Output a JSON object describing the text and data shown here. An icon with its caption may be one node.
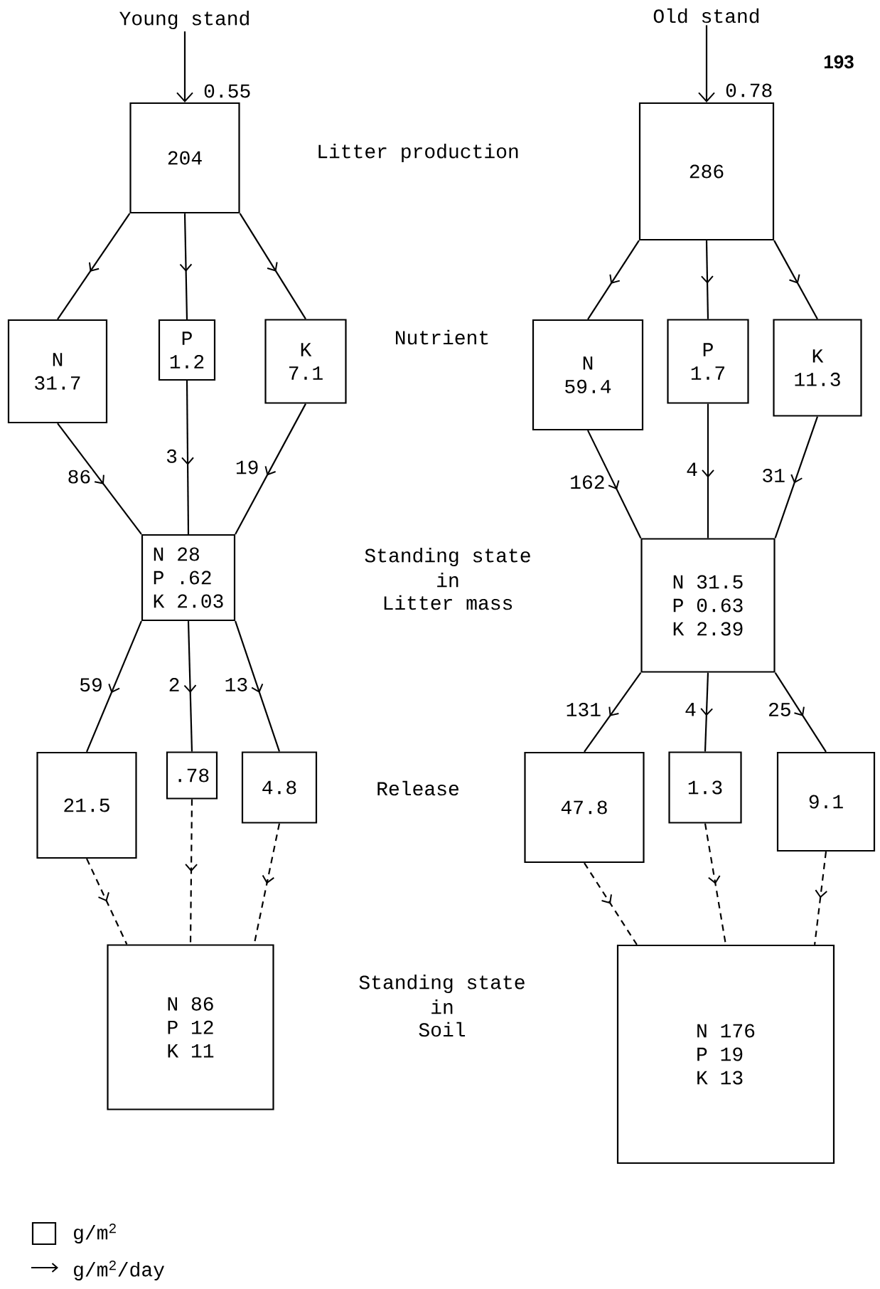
{
  "diagram": {
    "nodes": [
      {
        "text": [
          "204"
        ]
      },
      {
        "text": [
          "286"
        ]
      },
      {
        "text": [
          "N",
          "31.7"
        ]
      },
      {
        "text": [
          "P",
          "1.2"
        ]
      },
      {
        "text": [
          "K",
          "7.1"
        ]
      },
      {
        "text": [
          "N",
          "59.4"
        ]
      },
      {
        "text": [
          "P",
          "1.7"
        ]
      },
      {
        "text": [
          "K",
          "11.3"
        ]
      },
      {
        "text": [
          "N 28",
          "P .62",
          "K 2.03"
        ]
      },
      {
        "text": [
          "N 31.5",
          "P 0.63",
          "K 2.39"
        ]
      },
      {
        "text": [
          "21.5"
        ]
      },
      {
        "text": [
          ".78"
        ]
      },
      {
        "text": [
          "4.8"
        ]
      },
      {
        "text": [
          "47.8"
        ]
      },
      {
        "text": [
          "1.3"
        ]
      },
      {
        "text": [
          "9.1"
        ]
      },
      {
        "text": [
          "N 86",
          "P 12",
          "K 11"
        ]
      },
      {
        "text": [
          "N 176",
          "P 19",
          "K 13"
        ]
      },
      {
        "text": [
          "Young stand"
        ]
      },
      {
        "text": [
          "Old stand"
        ]
      }
    ],
    "edges": [
      {
        "from": 18,
        "to": 0,
        "arrow": "to",
        "label": "0.55"
      },
      {
        "from": 19,
        "to": 1,
        "arrow": "to",
        "label": "0.78"
      },
      {
        "from": 0,
        "to": 2,
        "arrow": "to"
      },
      {
        "from": 0,
        "to": 3,
        "arrow": "to"
      },
      {
        "from": 0,
        "to": 4,
        "arrow": "to"
      },
      {
        "from": 1,
        "to": 5,
        "arrow": "to"
      },
      {
        "from": 1,
        "to": 6,
        "arrow": "to"
      },
      {
        "from": 1,
        "to": 7,
        "arrow": "to"
      },
      {
        "from": 2,
        "to": 8,
        "arrow": "to",
        "label": "86"
      },
      {
        "from": 3,
        "to": 8,
        "arrow": "to",
        "label": "3"
      },
      {
        "from": 4,
        "to": 8,
        "arrow": "to",
        "label": "19"
      },
      {
        "from": 5,
        "to": 9,
        "arrow": "to",
        "label": "162"
      },
      {
        "from": 6,
        "to": 9,
        "arrow": "to",
        "label": "4"
      },
      {
        "from": 7,
        "to": 9,
        "arrow": "to",
        "label": "31"
      },
      {
        "from": 8,
        "to": 10,
        "arrow": "to",
        "label": "59"
      },
      {
        "from": 8,
        "to": 11,
        "arrow": "to",
        "label": "2"
      },
      {
        "from": 8,
        "to": 12,
        "arrow": "to",
        "label": "13"
      },
      {
        "from": 9,
        "to": 13,
        "arrow": "to",
        "label": "131"
      },
      {
        "from": 9,
        "to": 14,
        "arrow": "to",
        "label": "4"
      },
      {
        "from": 9,
        "to": 15,
        "arrow": "to",
        "label": "25"
      },
      {
        "from": 10,
        "to": 16,
        "arrow": "to",
        "style": "dashed"
      },
      {
        "from": 11,
        "to": 16,
        "arrow": "to",
        "style": "dashed"
      },
      {
        "from": 12,
        "to": 16,
        "arrow": "to",
        "style": "dashed"
      },
      {
        "from": 13,
        "to": 17,
        "arrow": "to",
        "style": "dashed"
      },
      {
        "from": 14,
        "to": 17,
        "arrow": "to",
        "style": "dashed"
      },
      {
        "from": 15,
        "to": 17,
        "arrow": "to",
        "style": "dashed"
      }
    ],
    "labels": [
      "193",
      "Litter production",
      "Nutrient",
      "Standing state",
      "in",
      "Litter mass",
      "Release",
      "Standing state",
      "in",
      "Soil"
    ],
    "legend": [
      {
        "text": "g/m$^{2}$"
      },
      {
        "text": "g/m$^{2}$/day"
      }
    ]
  }
}
